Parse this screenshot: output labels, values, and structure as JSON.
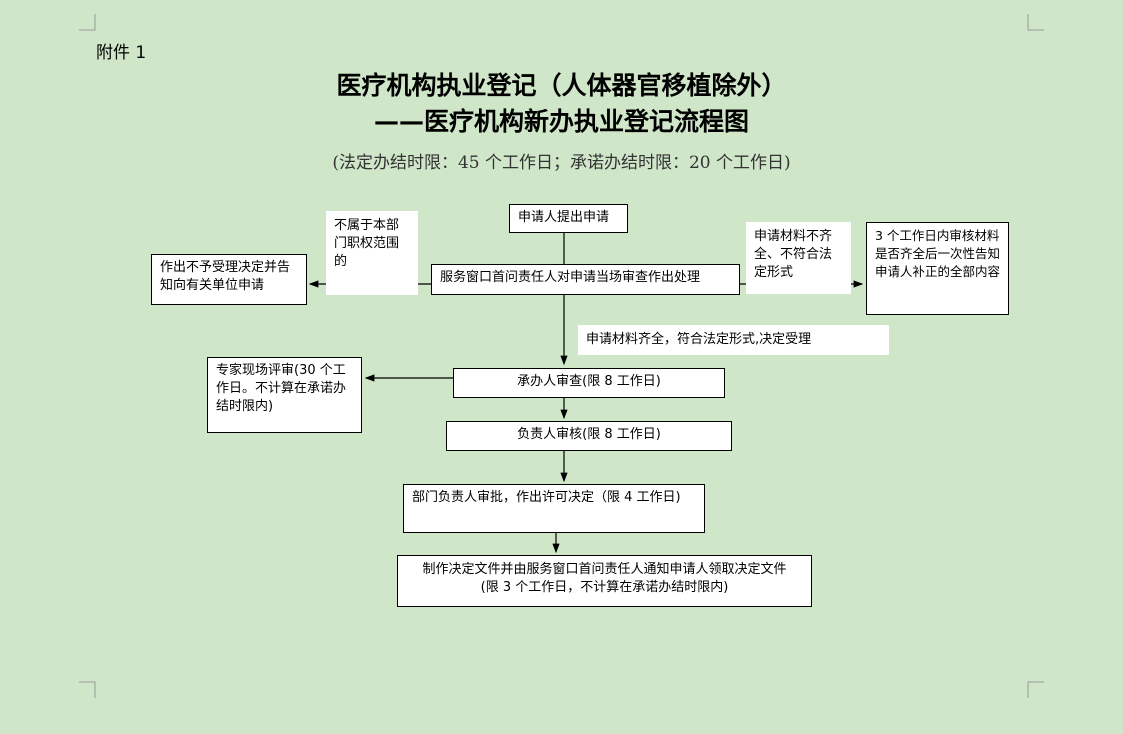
{
  "attachment": "附件 1",
  "title_line1": "医疗机构执业登记（人体器官移植除外）",
  "title_line2": "——医疗机构新办执业登记流程图",
  "subtitle": "(法定办结时限：45 个工作日；承诺办结时限：20 个工作日)",
  "flow": {
    "apply": "申请人提出申请",
    "window": "服务窗口首问责任人对申请当场审查作出处理",
    "not_in_scope_label": "不属于本部门职权范围的",
    "reject": "作出不予受理决定并告知向有关单位申请",
    "incomplete_label": "申请材料不齐全、不符合法定形式",
    "supplement": "3 个工作日内审核材料是否齐全后一次性告知申请人补正的全部内容",
    "accept_label": "申请材料齐全，符合法定形式,决定受理",
    "handler_review": "承办人审查(限 8 工作日)",
    "expert_review": "专家现场评审(30 个工作日。不计算在承诺办结时限内)",
    "chief_review": "负责人审核(限 8 工作日)",
    "dept_approval": "部门负责人审批，作出许可决定（限 4 工作日)",
    "issue_line1": "制作决定文件并由服务窗口首问责任人通知申请人领取决定文件",
    "issue_line2": "(限 3 个工作日，不计算在承诺办结时限内)"
  }
}
